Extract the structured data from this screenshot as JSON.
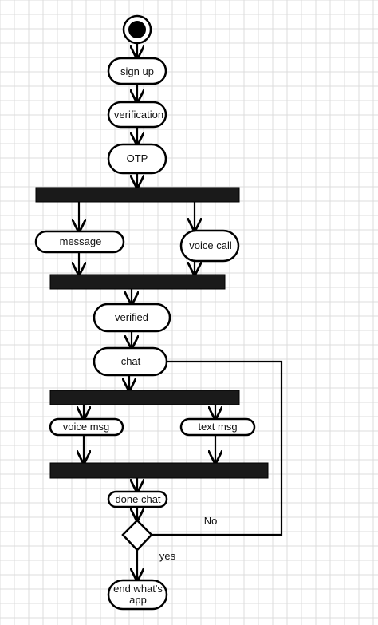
{
  "diagram": {
    "nodes": {
      "sign_up": "sign up",
      "verification": "verification",
      "otp": "OTP",
      "message": "message",
      "voice_call": "voice call",
      "verified": "verified",
      "chat": "chat",
      "voice_msg": "voice msg",
      "text_msg": "text msg",
      "done_chat": "done chat",
      "end_line1": "end what's",
      "end_line2": "app"
    },
    "edge_labels": {
      "no": "No",
      "yes": "yes"
    }
  }
}
